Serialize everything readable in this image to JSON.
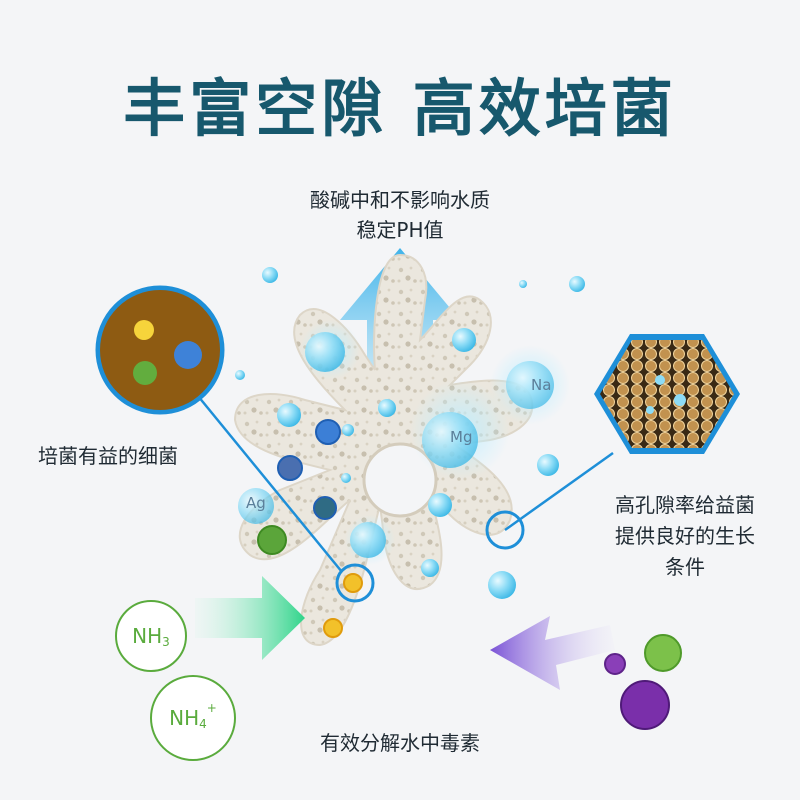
{
  "title": "丰富空隙 高效培菌",
  "labels": {
    "top_line1": "酸碱中和不影响水质",
    "top_line2": "稳定PH值",
    "left": "培菌有益的细菌",
    "right_line1": "高孔隙率给益菌",
    "right_line2": "提供良好的生长",
    "right_line3": "条件",
    "bottom": "有效分解水中毒素"
  },
  "badges": {
    "nh3_main": "NH",
    "nh3_sub": "3",
    "nh4_main": "NH",
    "nh4_sub": "4",
    "nh4_sup": "+"
  },
  "elements": {
    "na": "Na",
    "mg": "Mg",
    "ag": "Ag"
  },
  "colors": {
    "title": "#17586d",
    "badge": "#5aab3d",
    "callout": "#1e8fd8",
    "up_arrow": "#5cbfe8",
    "left_arrow": "#4fdc9a",
    "right_arrow": "#8c6ad8",
    "bubble": "#6cd0f3",
    "sponge": "#e9e5dc"
  }
}
